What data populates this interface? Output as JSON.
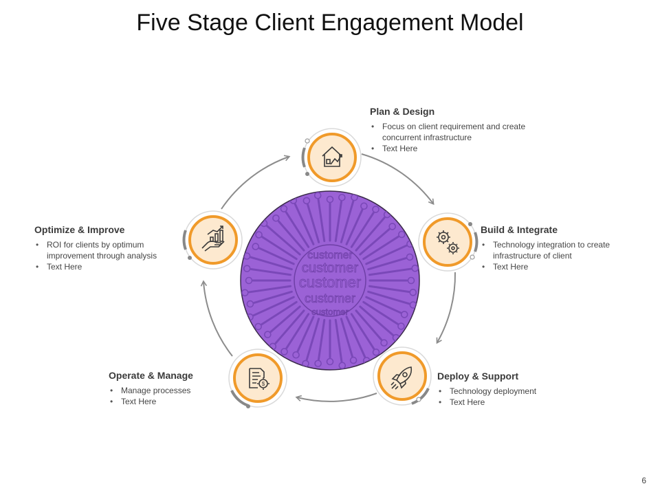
{
  "title": "Five Stage Client Engagement Model",
  "page_number": "6",
  "colors": {
    "accent_orange": "#f09a2a",
    "icon_fill": "#fde9cf",
    "hub_purple": "#9b62d6",
    "hub_border": "#3a2a4a",
    "arrow_gray": "#8c8c8c"
  },
  "hub": {
    "label_word": "customer"
  },
  "stages": [
    {
      "heading": "Plan & Design",
      "icon": "house-chart-icon",
      "bullets": [
        "Focus on client requirement and create concurrent infrastructure",
        "Text Here"
      ]
    },
    {
      "heading": "Build & Integrate",
      "icon": "gears-icon",
      "bullets": [
        "Technology integration to create infrastructure of client",
        "Text Here"
      ]
    },
    {
      "heading": "Deploy & Support",
      "icon": "rocket-icon",
      "bullets": [
        "Technology deployment",
        "Text Here"
      ]
    },
    {
      "heading": "Operate & Manage",
      "icon": "document-gear-icon",
      "bullets": [
        "Manage processes",
        "Text Here"
      ]
    },
    {
      "heading": "Optimize & Improve",
      "icon": "hand-growth-icon",
      "bullets": [
        "ROI for clients by optimum improvement through analysis",
        "Text Here"
      ]
    }
  ]
}
